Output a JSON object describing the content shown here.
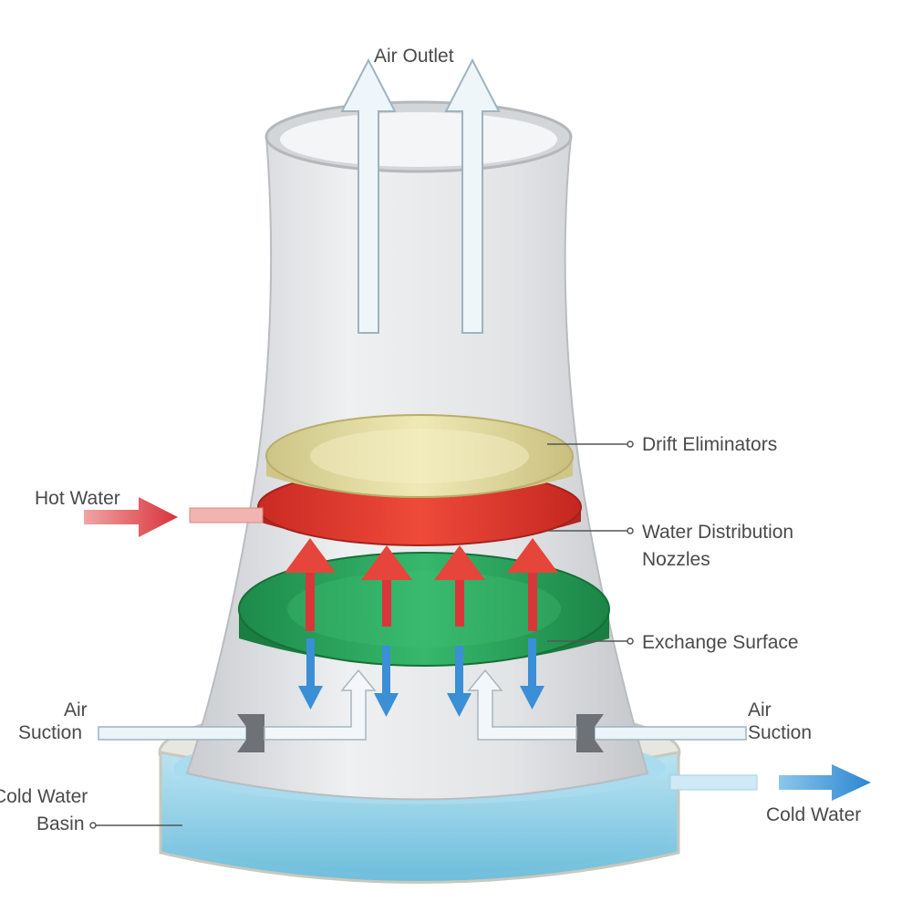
{
  "labels": {
    "air_outlet": "Air Outlet",
    "drift_eliminators": "Drift Eliminators",
    "water_distribution_line1": "Water Distribution",
    "water_distribution_line2": "Nozzles",
    "exchange_surface": "Exchange Surface",
    "hot_water": "Hot Water",
    "air_suction_left_line1": "Air",
    "air_suction_left_line2": "Suction",
    "air_suction_right_line1": "Air",
    "air_suction_right_line2": "Suction",
    "cold_water_basin_line1": "Cold Water",
    "cold_water_basin_line2": "Basin",
    "cold_water": "Cold Water"
  },
  "colors": {
    "tower": "#e4e6e8",
    "tower_shadow": "#c8cbce",
    "drift_eliminator": "#ddd79d",
    "nozzle_plate": "#e23b2e",
    "exchange_surface": "#24a35a",
    "water_arrow": "#3a8fd6",
    "hot_water_arrow": "#d9363a",
    "basin_water": "#8fd0e8",
    "label_text": "#4a4a4a"
  },
  "icons": {
    "air_outlet_arrows": "up-arrow-icon",
    "water_drop_arrows": "down-arrow-icon",
    "hot_water_arrow": "right-arrow-icon",
    "cold_water_arrow": "right-arrow-icon"
  }
}
